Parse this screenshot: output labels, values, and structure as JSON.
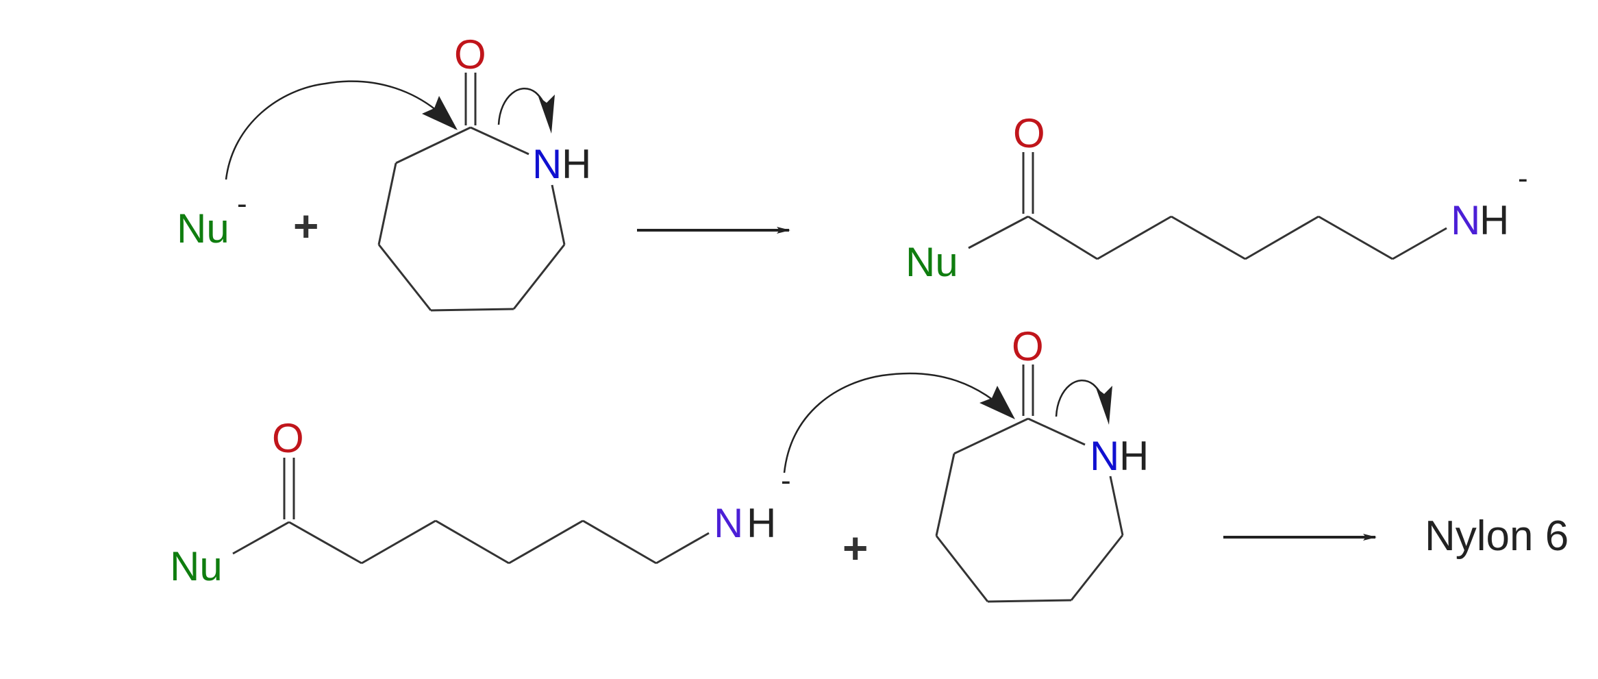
{
  "colors": {
    "bond": "#333333",
    "oxygen": "#c0151b",
    "nitrogen_ring": "#1010d0",
    "nitrogen_chain": "#4b1fd6",
    "nucleophile": "#0f7d0f",
    "text": "#222222",
    "arrow": "#222222"
  },
  "row1": {
    "nucleophile": "Nu",
    "nucleophile_charge": "-",
    "plus": "+",
    "lactam": {
      "oxygen": "O",
      "nitrogen": "N",
      "hydrogen": "H"
    },
    "product": {
      "oxygen": "O",
      "nucleophile": "Nu",
      "nitrogen": "N",
      "hydrogen": "H",
      "charge": "-"
    }
  },
  "row2": {
    "reactant": {
      "oxygen": "O",
      "nucleophile": "Nu",
      "nitrogen": "N",
      "hydrogen": "H",
      "charge": "-"
    },
    "plus": "+",
    "lactam": {
      "oxygen": "O",
      "nitrogen": "N",
      "hydrogen": "H"
    },
    "product_name": "Nylon 6"
  }
}
